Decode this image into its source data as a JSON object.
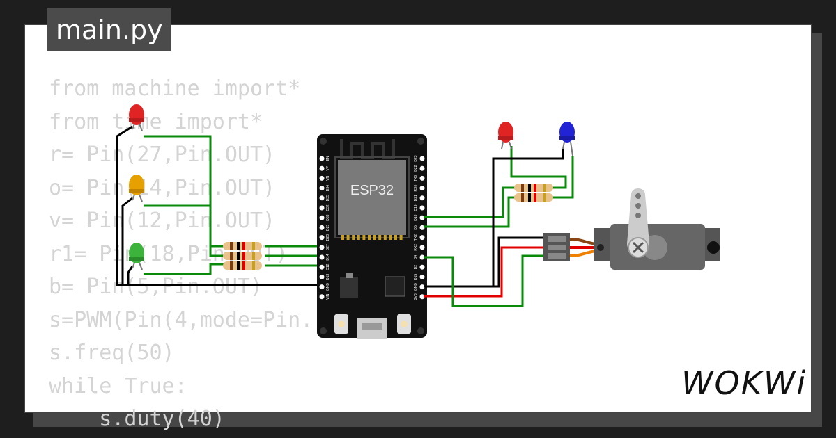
{
  "tab": {
    "filename": "main.py"
  },
  "code_lines": [
    "from machine import*",
    "from time import*",
    "r= Pin(27,Pin.OUT)",
    "o= Pin(14,Pin.OUT)",
    "v= Pin(12,Pin.OUT)",
    "r1= Pin(18,Pin.OUT)",
    "b= Pin(5,Pin.OUT)",
    "s=PWM(Pin(4,mode=Pin.",
    "s.freq(50)",
    "while True:",
    "    s.duty(40)"
  ],
  "board": {
    "label": "ESP32",
    "left_pins": [
      "EN",
      "VP",
      "VN",
      "D34",
      "D35",
      "D32",
      "D33",
      "D25",
      "D26",
      "D27",
      "D14",
      "D12",
      "D13",
      "GND",
      "VIN"
    ],
    "right_pins": [
      "D23",
      "D22",
      "TX0",
      "RX0",
      "D21",
      "D19",
      "D18",
      "D5",
      "TX2",
      "RX2",
      "D4",
      "D2",
      "D15",
      "GND",
      "3V3"
    ]
  },
  "components": {
    "leds": [
      {
        "name": "led-red-left",
        "color": "#e02424"
      },
      {
        "name": "led-orange",
        "color": "#e6a000"
      },
      {
        "name": "led-green",
        "color": "#3cb43c"
      },
      {
        "name": "led-red-right",
        "color": "#e02424"
      },
      {
        "name": "led-blue",
        "color": "#2323d6"
      }
    ],
    "wire_colors": {
      "signal": "#0a8a0a",
      "ground": "#000000",
      "power": "#e00000",
      "servo_orange": "#f08000",
      "servo_brown": "#8b4513"
    }
  },
  "brand": {
    "logo": "WOKWi"
  }
}
